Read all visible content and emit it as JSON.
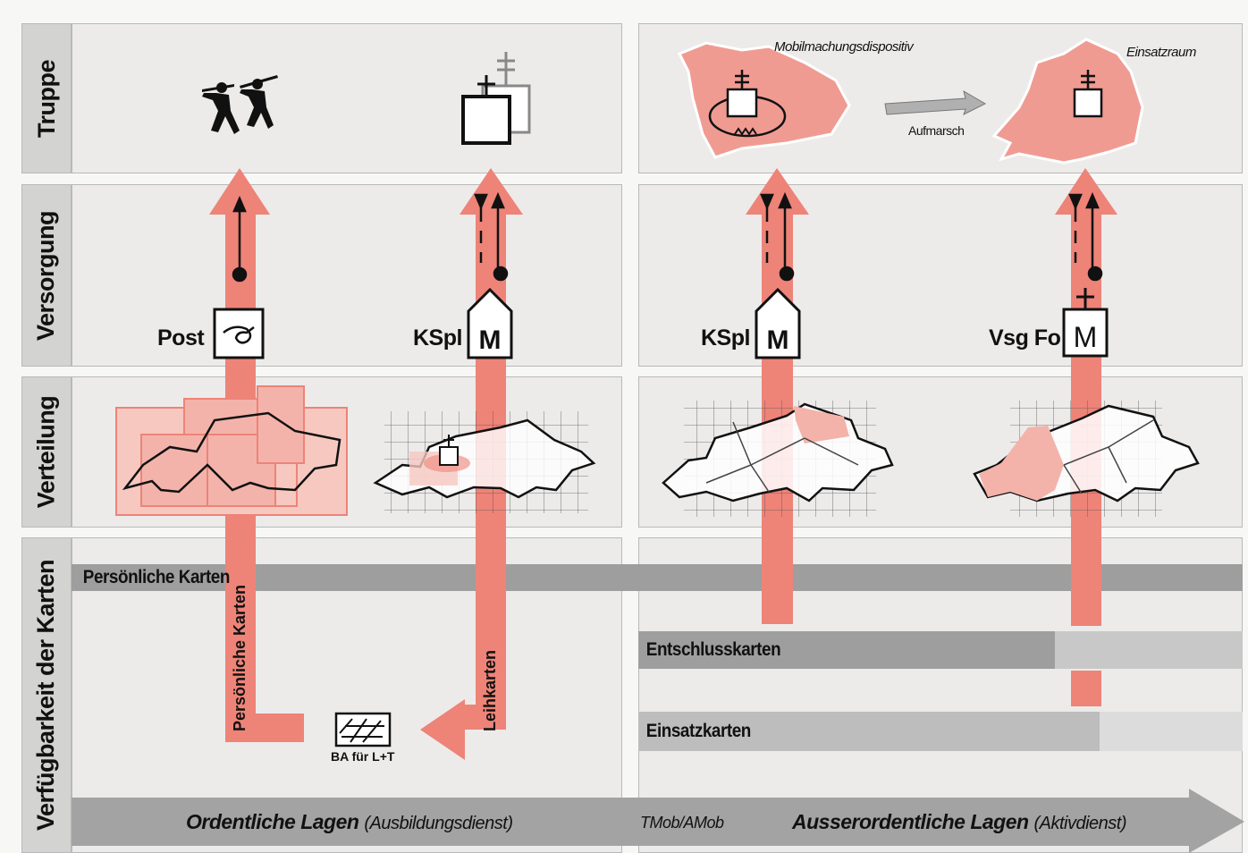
{
  "rows": {
    "truppe": "Truppe",
    "versorgung": "Versorgung",
    "verteilung": "Verteilung",
    "verfuegbarkeit": "Verfügbarkeit der Karten"
  },
  "versorgung_labels": [
    "Post",
    "KSpl",
    "KSpl",
    "Vsg Fo"
  ],
  "truppe_labels": {
    "mobil": "Mobilmachungsdispositiv",
    "einsatz": "Einsatzraum",
    "aufmarsch": "Aufmarsch"
  },
  "bands": {
    "persoenliche": "Persönliche Karten",
    "entschluss": "Entschlusskarten",
    "einsatz": "Einsatzkarten"
  },
  "vertical_labels": {
    "persoenliche": "Persönliche Karten",
    "leihkarten": "Leihkarten"
  },
  "logo_caption": "BA für L+T",
  "bottom": {
    "ordentliche": "Ordentliche Lagen",
    "ordentliche_sub": "(Ausbildungsdienst)",
    "tmob": "TMob/AMob",
    "ausserordentliche": "Ausserordentliche Lagen",
    "ausserordentliche_sub": "(Aktivdienst)"
  },
  "colors": {
    "salmon": "#ee8378",
    "pink": "#f6c8c0",
    "panel": "#ecebea",
    "band": "#9e9e9e"
  }
}
